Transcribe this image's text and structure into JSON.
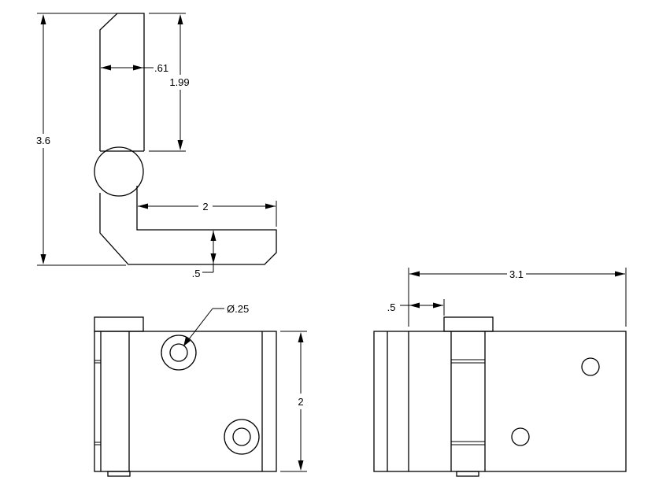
{
  "dimensions": {
    "overall_height": "3.6",
    "leaf_width": ".61",
    "upper_leaf_length": "1.99",
    "bent_leaf_length": "2",
    "bent_leaf_thickness": ".5",
    "hole_diameter": "Ø.25",
    "front_height": "2",
    "side_width": "3.1",
    "side_offset": ".5"
  }
}
